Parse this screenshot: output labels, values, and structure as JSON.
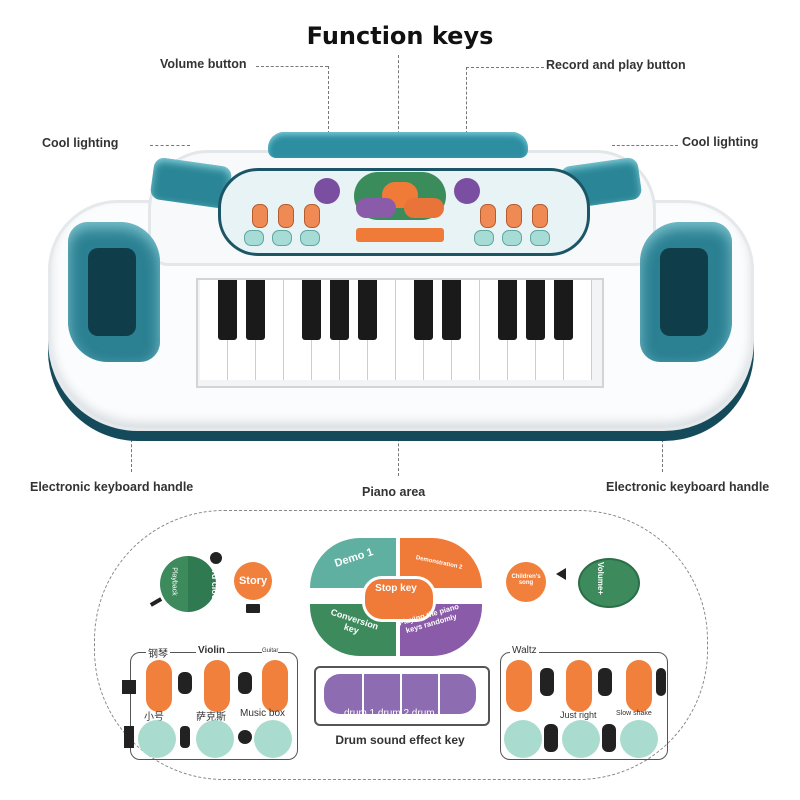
{
  "title": "Function keys",
  "callouts": {
    "volume": "Volume button",
    "record_play": "Record and play button",
    "cool_left": "Cool lighting",
    "cool_right": "Cool lighting",
    "handle_left": "Electronic keyboard handle",
    "handle_right": "Electronic keyboard handle",
    "piano_area": "Piano area"
  },
  "diagram": {
    "record_cloud": "Record cloud",
    "playback": "Playback",
    "story": "Story",
    "demo1": "Demo 1",
    "demo2": "Demonstration 2",
    "stop_key": "Stop key",
    "conversion_key": "Conversion key",
    "playing_keys": "Playing the piano keys randomly",
    "childrens_song": "Children's song",
    "volume": "Volume+",
    "drum_label": "Drum sound effect key",
    "drum_overlay": "drum 1 drum 2 drum",
    "left_group": {
      "top_labels": [
        "钢琴",
        "Violin",
        "Guitar"
      ],
      "bottom_labels": [
        "小号",
        "萨克斯",
        "Music box"
      ]
    },
    "right_group": {
      "top_labels": [
        "Waltz",
        "",
        ""
      ],
      "bottom_labels": [
        "",
        "Just right",
        "Slow shake"
      ]
    }
  },
  "colors": {
    "teal_dark": "#1b5566",
    "teal_light": "#2c8ea0",
    "orange": "#f0803c",
    "mint": "#a9dccf",
    "purple": "#8a5ba8",
    "green": "#3d8a5c"
  }
}
